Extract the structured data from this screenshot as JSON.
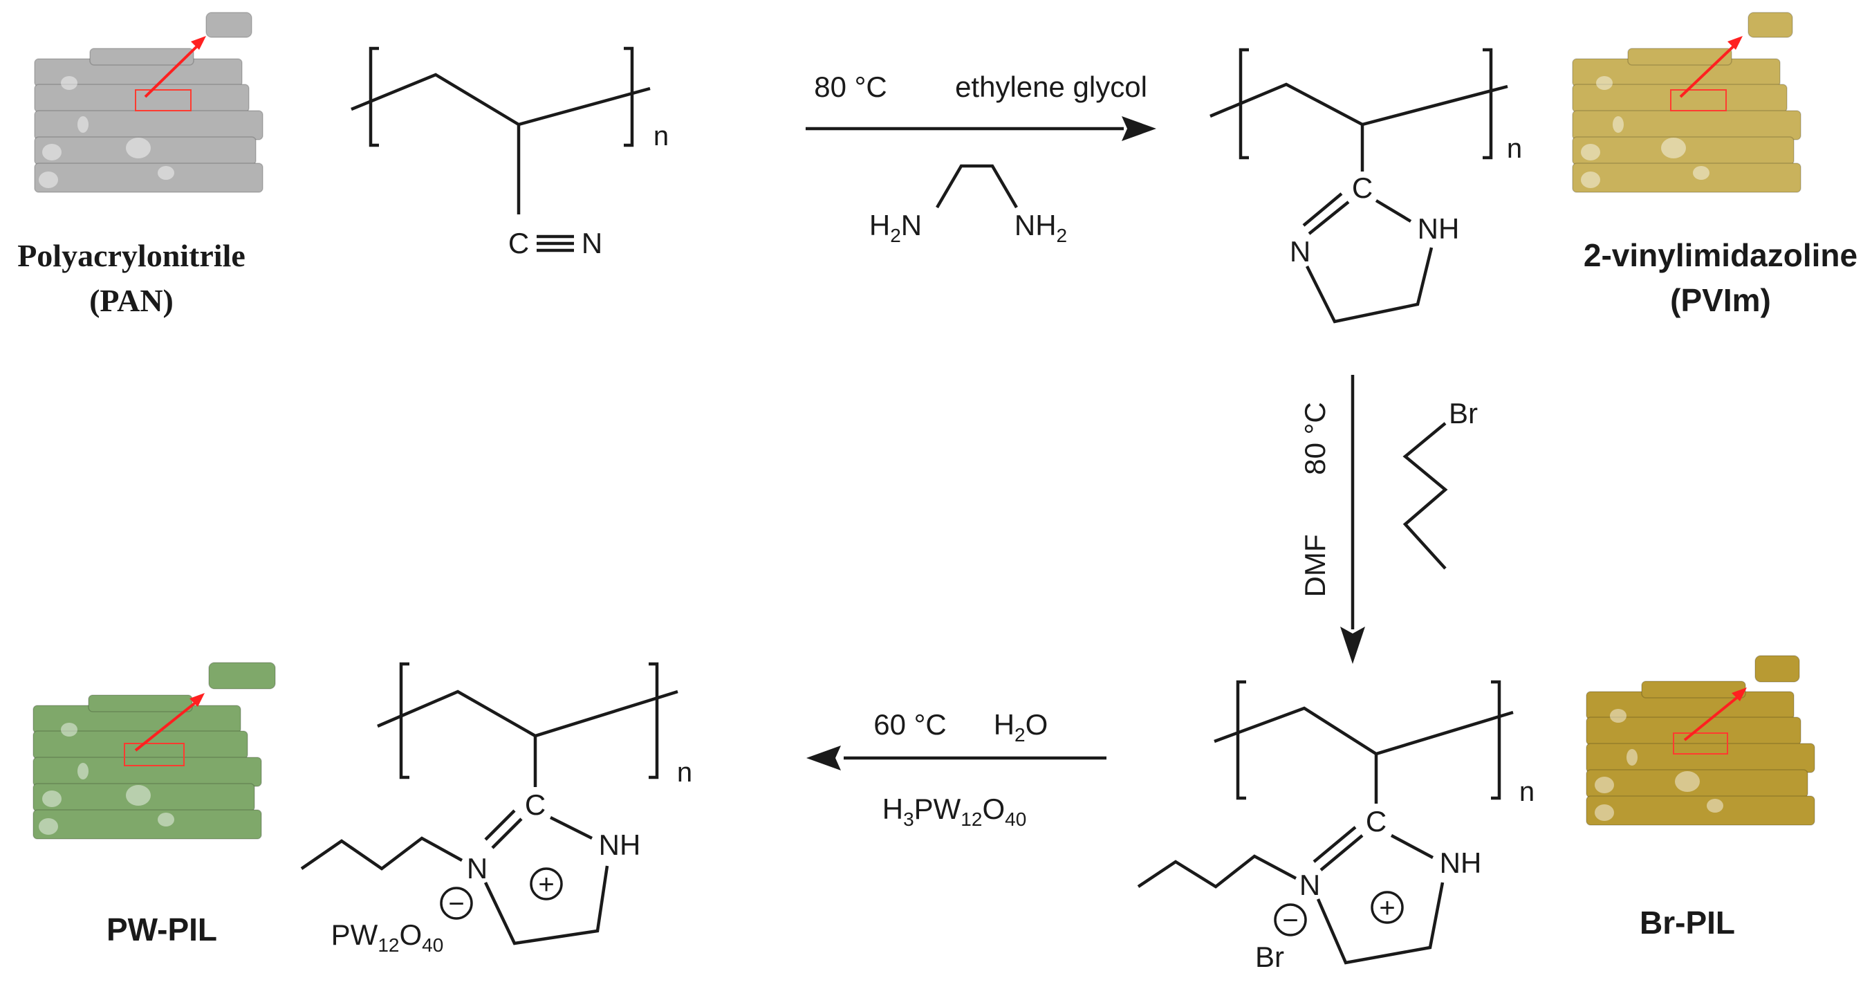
{
  "labels": {
    "pan_name": "Polyacrylonitrile",
    "pan_abbr": "(PAN)",
    "pvim_name": "2-vinylimidazoline",
    "pvim_abbr": "(PVIm)",
    "brpil": "Br-PIL",
    "pwpil": "PW-PIL"
  },
  "fiber_colors": {
    "pan": "#b3b3b3",
    "pvim": "#c9b25c",
    "brpil": "#b89a33",
    "pwpil": "#7fa86a"
  },
  "step1": {
    "temp": "80 °C",
    "solvent": "ethylene glycol",
    "reagent_left": "H",
    "reagent_left_sub": "2",
    "reagent_left_tail": "N",
    "reagent_right": "NH",
    "reagent_right_sub": "2"
  },
  "step2": {
    "temp": "80 °C",
    "solvent": "DMF",
    "reagent_atom": "Br"
  },
  "step3": {
    "temp": "60 °C",
    "solvent": "H",
    "solvent_sub": "2",
    "solvent_tail": "O",
    "reagent": [
      "H",
      "3",
      "PW",
      "12",
      "O",
      "40"
    ]
  },
  "atoms": {
    "repeat_n": "n",
    "carbon": "C",
    "nitrogen": "N",
    "nh": "NH",
    "plus": "+",
    "minus": "−",
    "bromide": "Br",
    "anion": [
      "PW",
      "12",
      "O",
      "40"
    ]
  }
}
